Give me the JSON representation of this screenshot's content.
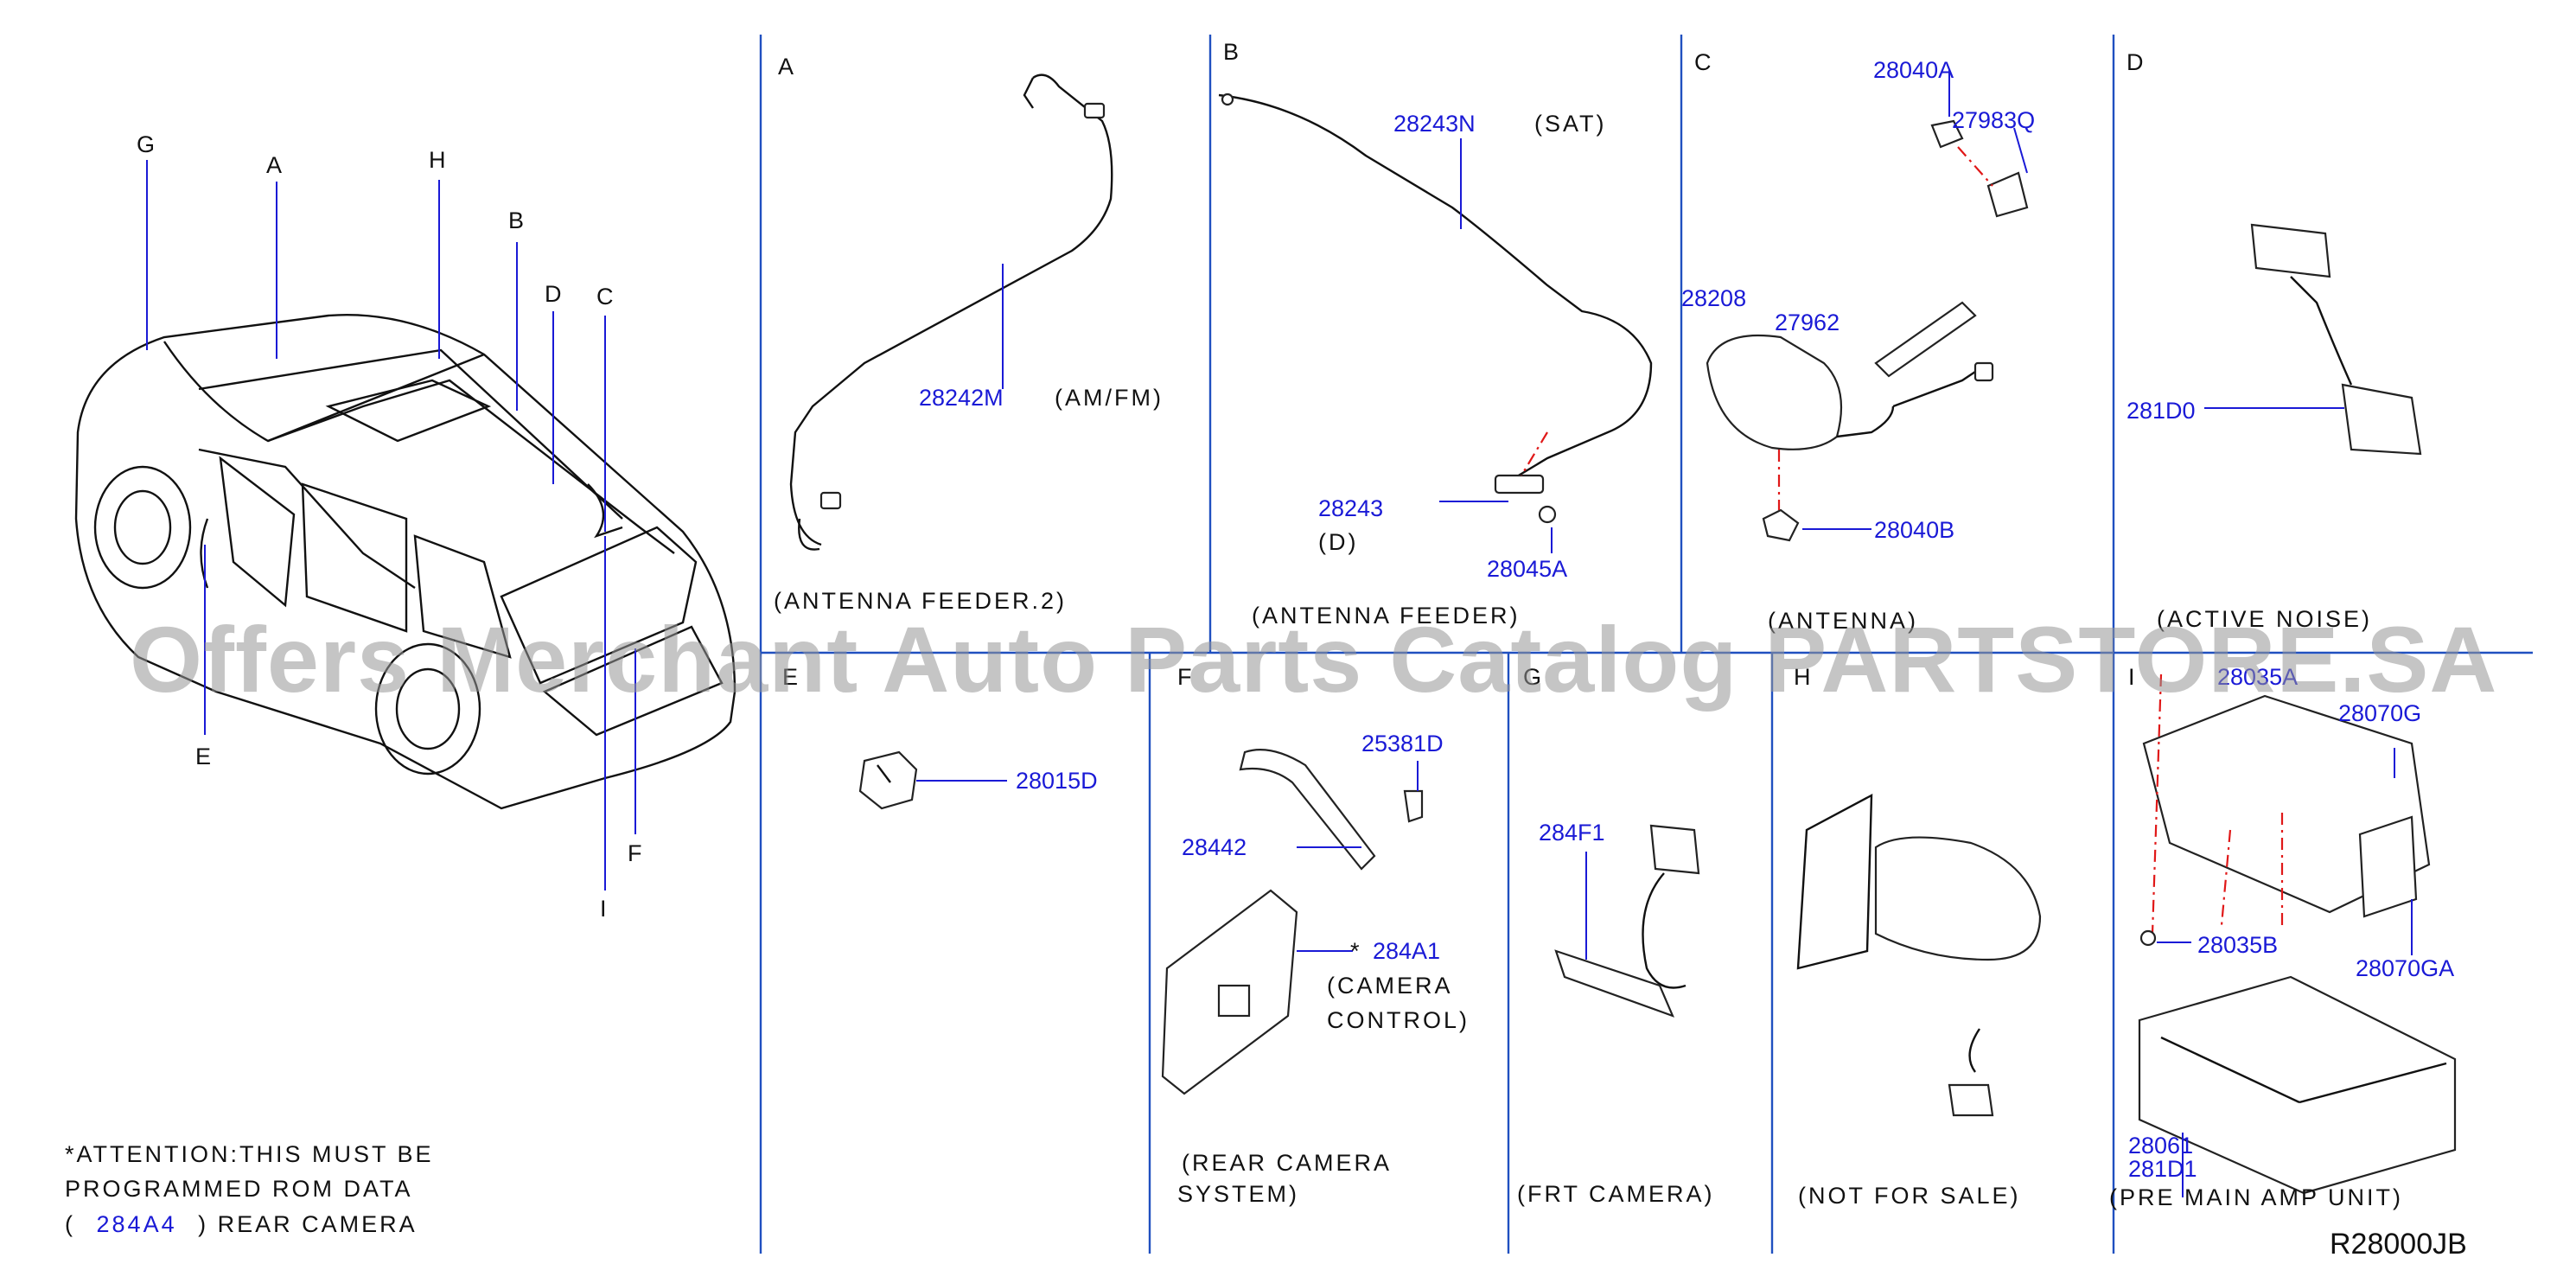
{
  "watermark": "Offers Merchant Auto Parts Catalog PARTSTORE.SA",
  "diagram_code": "R28000JB",
  "overview_labels": [
    "G",
    "A",
    "H",
    "B",
    "D",
    "C",
    "E",
    "F",
    "I"
  ],
  "sections": {
    "A": {
      "letter": "A",
      "caption": "(ANTENNA  FEEDER.2)",
      "parts": [
        {
          "number": "28242M",
          "note": "(AM/FM)"
        }
      ]
    },
    "B": {
      "letter": "B",
      "caption": "(ANTENNA  FEEDER)",
      "parts": [
        {
          "number": "28243N",
          "note": "(SAT)"
        },
        {
          "number": "28243",
          "note": "(D)"
        },
        {
          "number": "28045A"
        }
      ]
    },
    "C": {
      "letter": "C",
      "caption": "(ANTENNA)",
      "parts": [
        {
          "number": "28040A"
        },
        {
          "number": "27983Q"
        },
        {
          "number": "28208"
        },
        {
          "number": "27962"
        },
        {
          "number": "28040B"
        }
      ]
    },
    "D": {
      "letter": "D",
      "caption": "(ACTIVE  NOISE)",
      "parts": [
        {
          "number": "281D0"
        }
      ]
    },
    "E": {
      "letter": "E",
      "parts": [
        {
          "number": "28015D"
        }
      ]
    },
    "F": {
      "letter": "F",
      "caption_line1": "(REAR  CAMERA",
      "caption_line2": "SYSTEM)",
      "parts": [
        {
          "number": "25381D"
        },
        {
          "number": "28442"
        },
        {
          "number": "284A1",
          "mark": "*",
          "note_line1": "(CAMERA",
          "note_line2": "CONTROL)"
        }
      ]
    },
    "G": {
      "letter": "G",
      "caption": "(FRT  CAMERA)",
      "parts": [
        {
          "number": "284F1"
        }
      ]
    },
    "H": {
      "letter": "H",
      "caption": "(NOT  FOR  SALE)"
    },
    "I": {
      "letter": "I",
      "caption": "(PRE  MAIN  AMP  UNIT)",
      "parts": [
        {
          "number": "28035A"
        },
        {
          "number": "28070G"
        },
        {
          "number": "28035B"
        },
        {
          "number": "28070GA"
        },
        {
          "number": "28061"
        },
        {
          "number": "281D1"
        }
      ]
    }
  },
  "attention": {
    "line1": "*ATTENTION:THIS  MUST  BE",
    "line2": "PROGRAMMED  ROM  DATA",
    "line3_open": "(",
    "line3_part": "284A4",
    "line3_close": ")  REAR  CAMERA"
  }
}
